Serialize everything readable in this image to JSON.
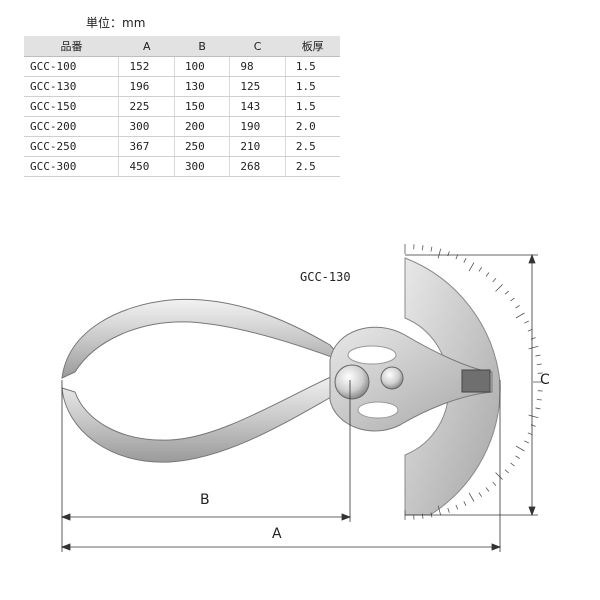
{
  "unit_label": "単位：mm",
  "table": {
    "headers": [
      "品番",
      "A",
      "B",
      "C",
      "板厚"
    ],
    "rows": [
      [
        "GCC-100",
        "152",
        "100",
        "98",
        "1.5"
      ],
      [
        "GCC-130",
        "196",
        "130",
        "125",
        "1.5"
      ],
      [
        "GCC-150",
        "225",
        "150",
        "143",
        "1.5"
      ],
      [
        "GCC-200",
        "300",
        "200",
        "190",
        "2.0"
      ],
      [
        "GCC-250",
        "367",
        "250",
        "210",
        "2.5"
      ],
      [
        "GCC-300",
        "450",
        "300",
        "268",
        "2.5"
      ]
    ]
  },
  "figure": {
    "model_label": "GCC-130",
    "dimension_a": "A",
    "dimension_b": "B",
    "dimension_c": "C"
  }
}
